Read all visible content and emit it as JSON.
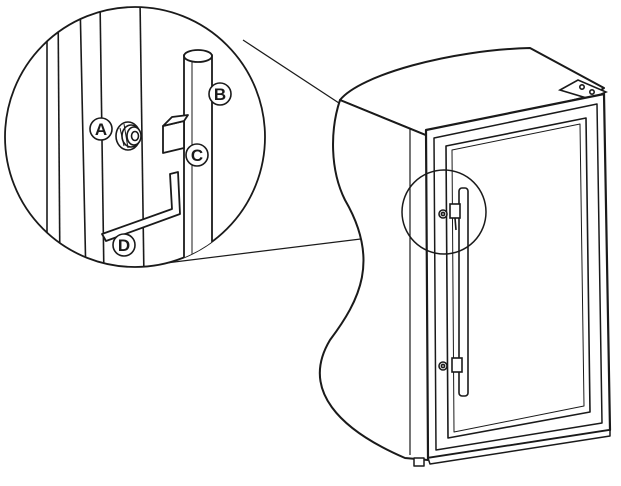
{
  "diagram": {
    "callouts": [
      {
        "id": "a",
        "label": "A"
      },
      {
        "id": "b",
        "label": "B"
      },
      {
        "id": "c",
        "label": "C"
      },
      {
        "id": "d",
        "label": "D"
      }
    ],
    "colors": {
      "stroke": "#1a1a1a",
      "background": "#ffffff",
      "gasket": "#d9d9d9"
    }
  }
}
